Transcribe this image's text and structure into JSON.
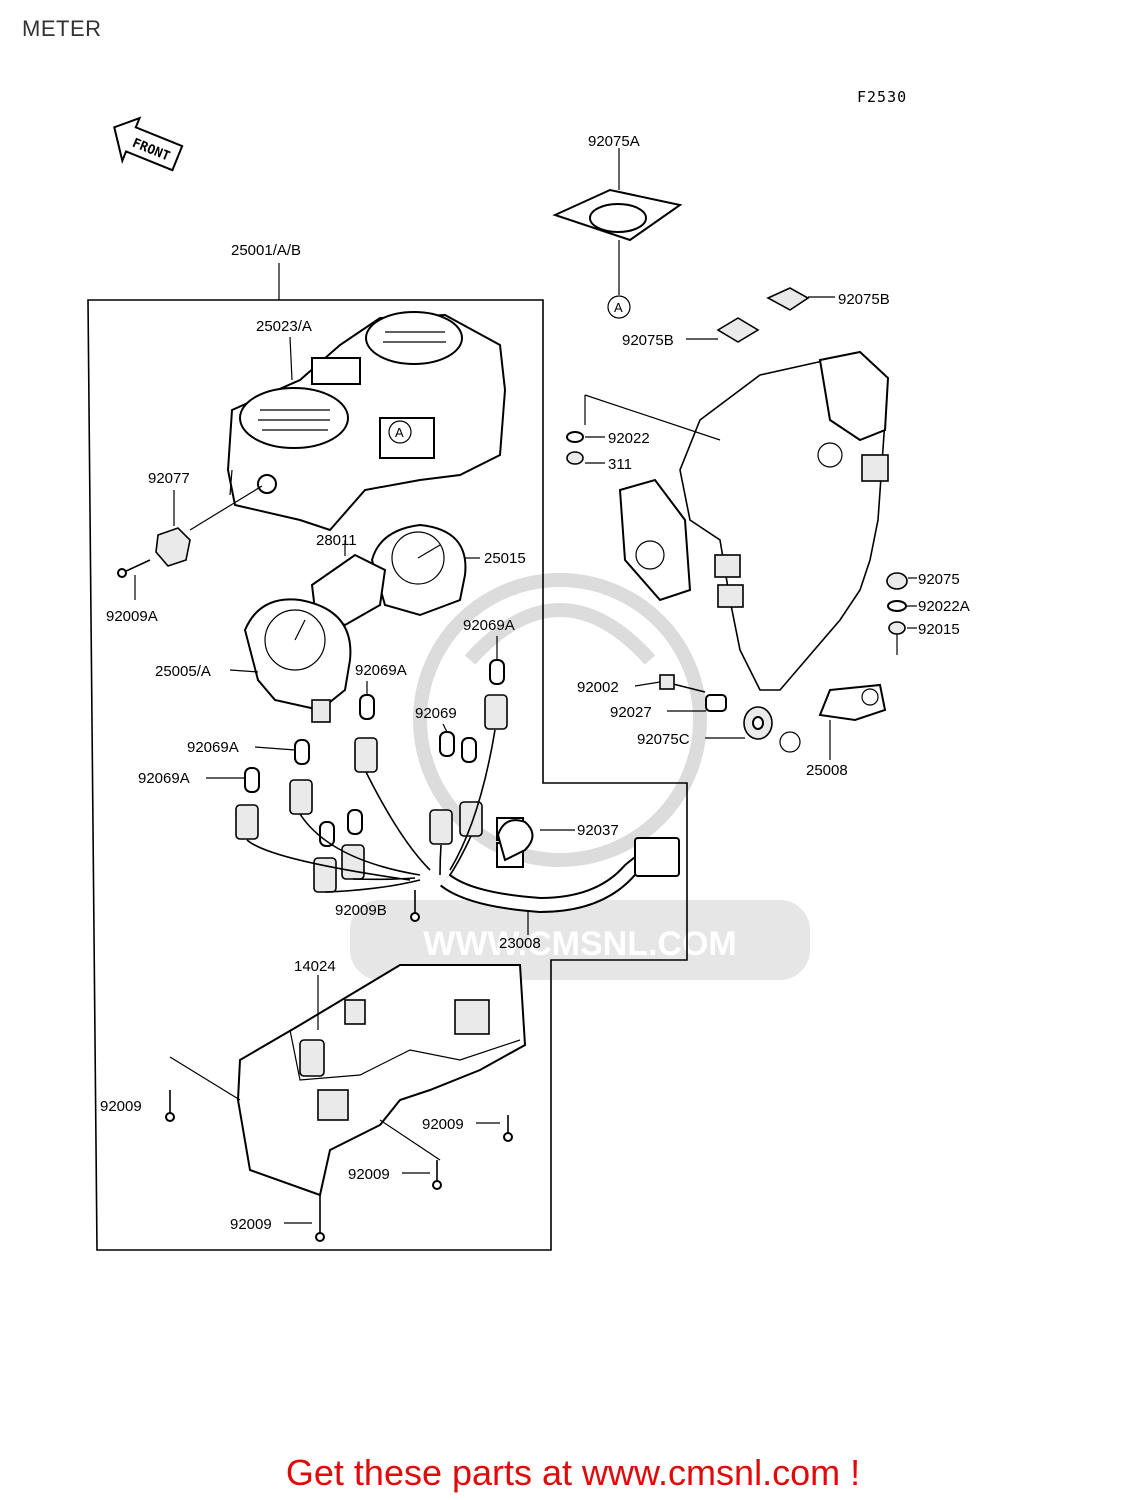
{
  "header": {
    "title": "METER",
    "figure_code": "F2530"
  },
  "front_arrow": {
    "label": "FRONT"
  },
  "watermark": {
    "text": "WWW.CMSNL.COM"
  },
  "labels": {
    "l25001": "25001/A/B",
    "l25023": "25023/A",
    "l92077": "92077",
    "l92009A": "92009A",
    "l28011": "28011",
    "l25015": "25015",
    "l25005": "25005/A",
    "l92069A_1": "92069A",
    "l92069A_2": "92069A",
    "l92069": "92069",
    "l92069A_3": "92069A",
    "l92069A_4": "92069A",
    "l92037": "92037",
    "l92009B": "92009B",
    "l23008": "23008",
    "l14024": "14024",
    "l92009_1": "92009",
    "l92009_2": "92009",
    "l92009_3": "92009",
    "l92009_4": "92009",
    "l92075A": "92075A",
    "l92075B_1": "92075B",
    "l92075B_2": "92075B",
    "l92022": "92022",
    "l311": "311",
    "l92075": "92075",
    "l92022A": "92022A",
    "l92015": "92015",
    "l92002": "92002",
    "l92027": "92027",
    "l92075C": "92075C",
    "l25008": "25008",
    "refA_1": "A",
    "refA_2": "A"
  },
  "footer": {
    "text": "Get these parts at www.cmsnl.com !"
  },
  "colors": {
    "footer": "#e10a0a",
    "title": "#333333",
    "watermark": "#dcdcdc"
  }
}
